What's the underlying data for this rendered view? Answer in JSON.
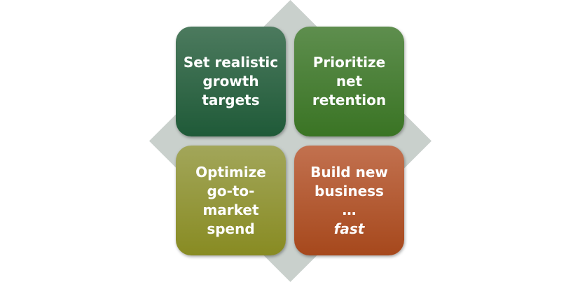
{
  "colors": {
    "diamond": "#c9d0cc",
    "top_left": "#1f5a38",
    "top_right": "#3a7424",
    "bottom_left": "#888b22",
    "bottom_right": "#a6481c"
  },
  "quadrants": [
    {
      "text": "Set realistic growth targets"
    },
    {
      "text": "Prioritize net retention"
    },
    {
      "text": "Optimize go-to-market spend"
    },
    {
      "text": "Build new business …",
      "emphasis": "fast"
    }
  ]
}
